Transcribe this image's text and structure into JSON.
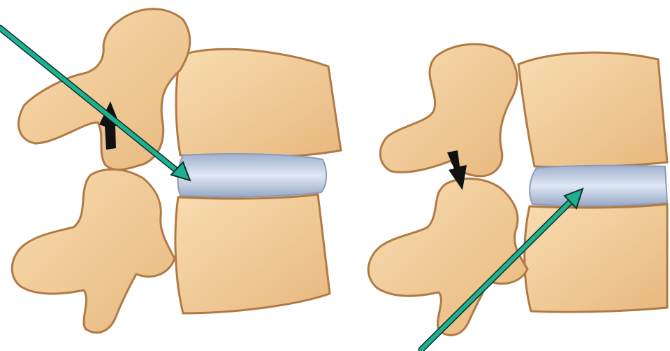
{
  "illustration": {
    "left_panel": {
      "motion_arrow_direction": "up",
      "pointer_arrow_target": "intervertebral-disc"
    },
    "right_panel": {
      "motion_arrow_direction": "down",
      "pointer_arrow_target": "intervertebral-disc"
    }
  },
  "colors": {
    "background": "#ffffff",
    "bone_fill": "#eec38e",
    "bone_light": "#f8dcb0",
    "bone_outline": "#b07a45",
    "disc_fill": "#b8c6dd",
    "disc_light": "#dfe7f3",
    "pointer_arrow": "#1fb08f",
    "pointer_outline": "#0e2f2a",
    "motion_arrow": "#111111"
  }
}
